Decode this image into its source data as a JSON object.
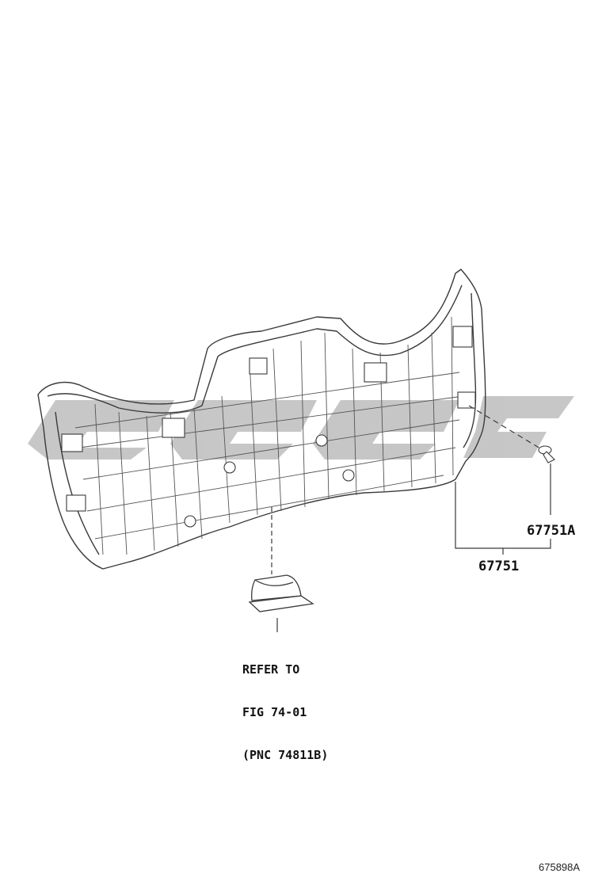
{
  "callouts": {
    "part_main": "67751",
    "part_clip": "67751A"
  },
  "note": {
    "line1": "REFER TO",
    "line2": "FIG 74-01",
    "line3": "(PNC 74811B)"
  },
  "figure_id": "675898A",
  "colors": {
    "line": "#3a3a3a",
    "watermark": "#bdbdbd",
    "background": "#ffffff"
  }
}
